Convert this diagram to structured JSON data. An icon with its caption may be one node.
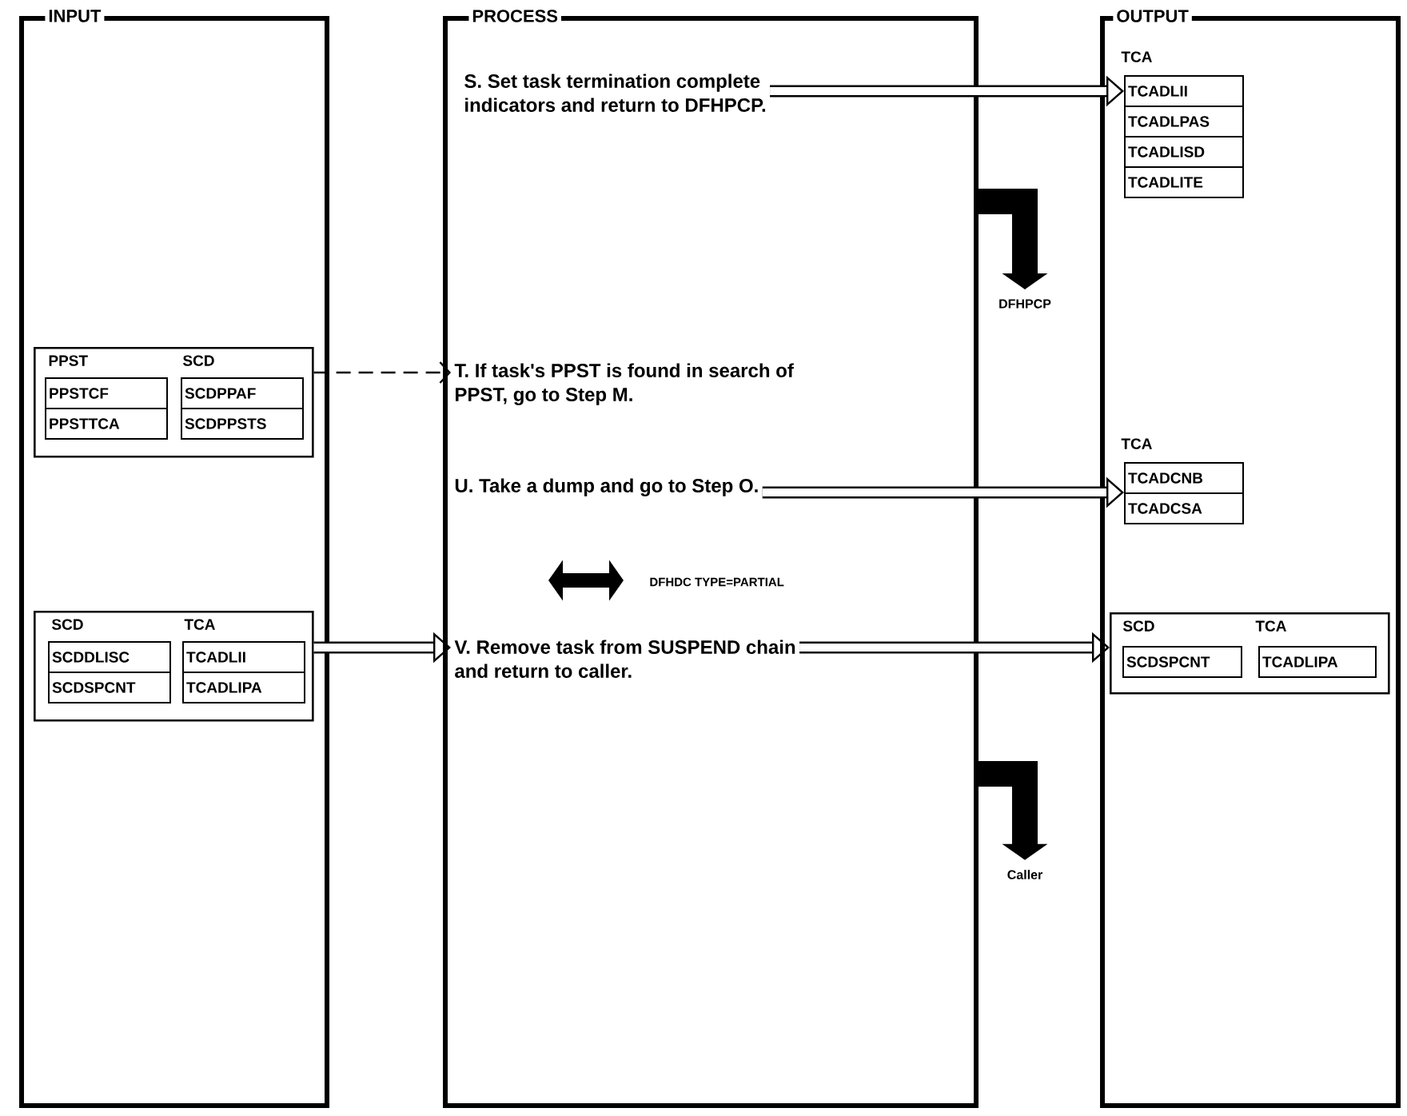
{
  "diagram": {
    "nodes": [
      {
        "text": [
          "INPUT"
        ]
      },
      {
        "text": [
          "PROCESS"
        ]
      },
      {
        "text": [
          "OUTPUT"
        ]
      },
      {
        "text": [
          "PPST",
          "SCD"
        ],
        "in": 0
      },
      {
        "text": [
          "PPSTCF"
        ],
        "in": 3
      },
      {
        "text": [
          "PPSTTCA"
        ],
        "in": 3
      },
      {
        "text": [
          "SCDPPAF"
        ],
        "in": 3
      },
      {
        "text": [
          "SCDPPSTS"
        ],
        "in": 3
      },
      {
        "text": [
          "SCD",
          "TCA"
        ],
        "in": 0
      },
      {
        "text": [
          "SCDDLISC"
        ],
        "in": 8
      },
      {
        "text": [
          "SCDSPCNT"
        ],
        "in": 8
      },
      {
        "text": [
          "TCADLII"
        ],
        "in": 8
      },
      {
        "text": [
          "TCADLIPA"
        ],
        "in": 8
      },
      {
        "text": [
          "S. Set task termination complete indicators and return to DFHPCP."
        ],
        "in": 1
      },
      {
        "text": [
          "T. If task's PPST is found in search of PPST, go to Step M."
        ],
        "in": 1
      },
      {
        "text": [
          "U. Take a dump and go to Step O."
        ],
        "in": 1
      },
      {
        "text": [
          "V. Remove task from SUSPEND chain and return to caller."
        ],
        "in": 1
      },
      {
        "text": [
          "DFHPCP"
        ]
      },
      {
        "text": [
          "Caller"
        ]
      },
      {
        "text": [
          "TCA"
        ],
        "in": 2
      },
      {
        "text": [
          "TCADLII"
        ],
        "in": 19
      },
      {
        "text": [
          "TCADLPAS"
        ],
        "in": 19
      },
      {
        "text": [
          "TCADLISD"
        ],
        "in": 19
      },
      {
        "text": [
          "TCADLITE"
        ],
        "in": 19
      },
      {
        "text": [
          "TCA"
        ],
        "in": 2
      },
      {
        "text": [
          "TCADCNB"
        ],
        "in": 24
      },
      {
        "text": [
          "TCADCSA"
        ],
        "in": 24
      },
      {
        "text": [
          "SCD",
          "TCA"
        ],
        "in": 2
      },
      {
        "text": [
          "SCDSPCNT"
        ],
        "in": 27
      },
      {
        "text": [
          "TCADLIPA"
        ],
        "in": 27
      }
    ],
    "edges": [
      {
        "from": 13,
        "to": 19,
        "arrow": "to"
      },
      {
        "from": 3,
        "to": 14,
        "arrow": "to",
        "style": "dashed"
      },
      {
        "from": 15,
        "to": 24,
        "arrow": "to"
      },
      {
        "from": 8,
        "to": 16,
        "arrow": "to"
      },
      {
        "from": 16,
        "to": 27,
        "arrow": "to"
      },
      {
        "from": 1,
        "to": 17,
        "arrow": "to",
        "style": "thick"
      },
      {
        "from": 1,
        "to": 18,
        "arrow": "to",
        "style": "thick"
      }
    ],
    "labels": [
      "DFHDC TYPE=PARTIAL"
    ]
  }
}
